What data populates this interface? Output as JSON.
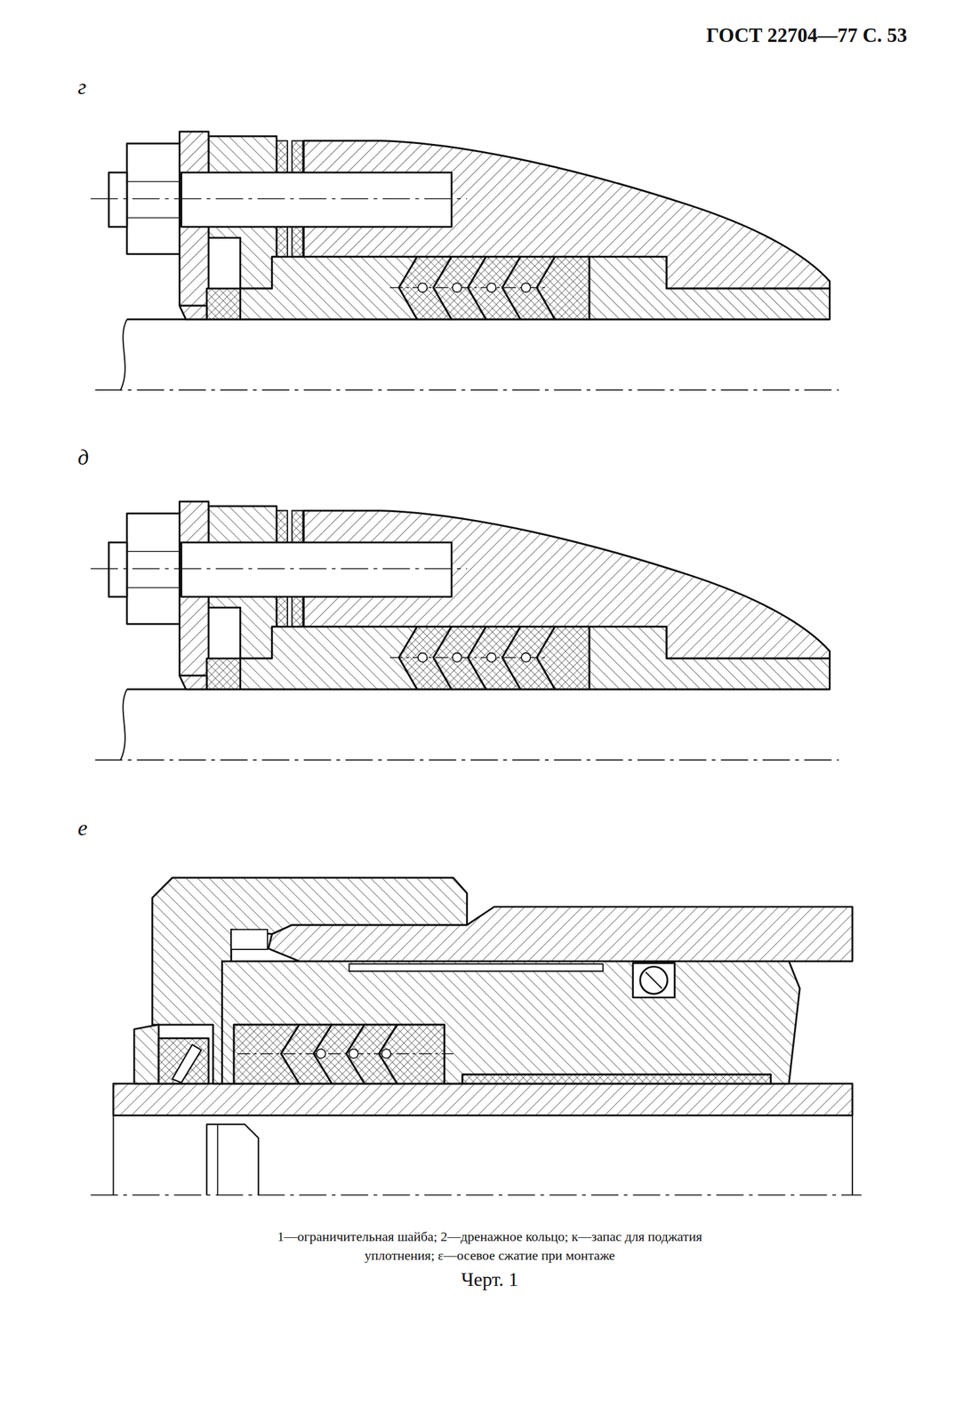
{
  "diagram": {
    "caption": "Черт. 1",
    "labels": [
      "ГОСТ 22704—77 С. 53",
      "г",
      "д",
      "е",
      "1—ограничительная шайба; 2—дренажное кольцо; к—запас для поджатия уплотнения; ε—осевое сжатие при монтаже"
    ]
  }
}
